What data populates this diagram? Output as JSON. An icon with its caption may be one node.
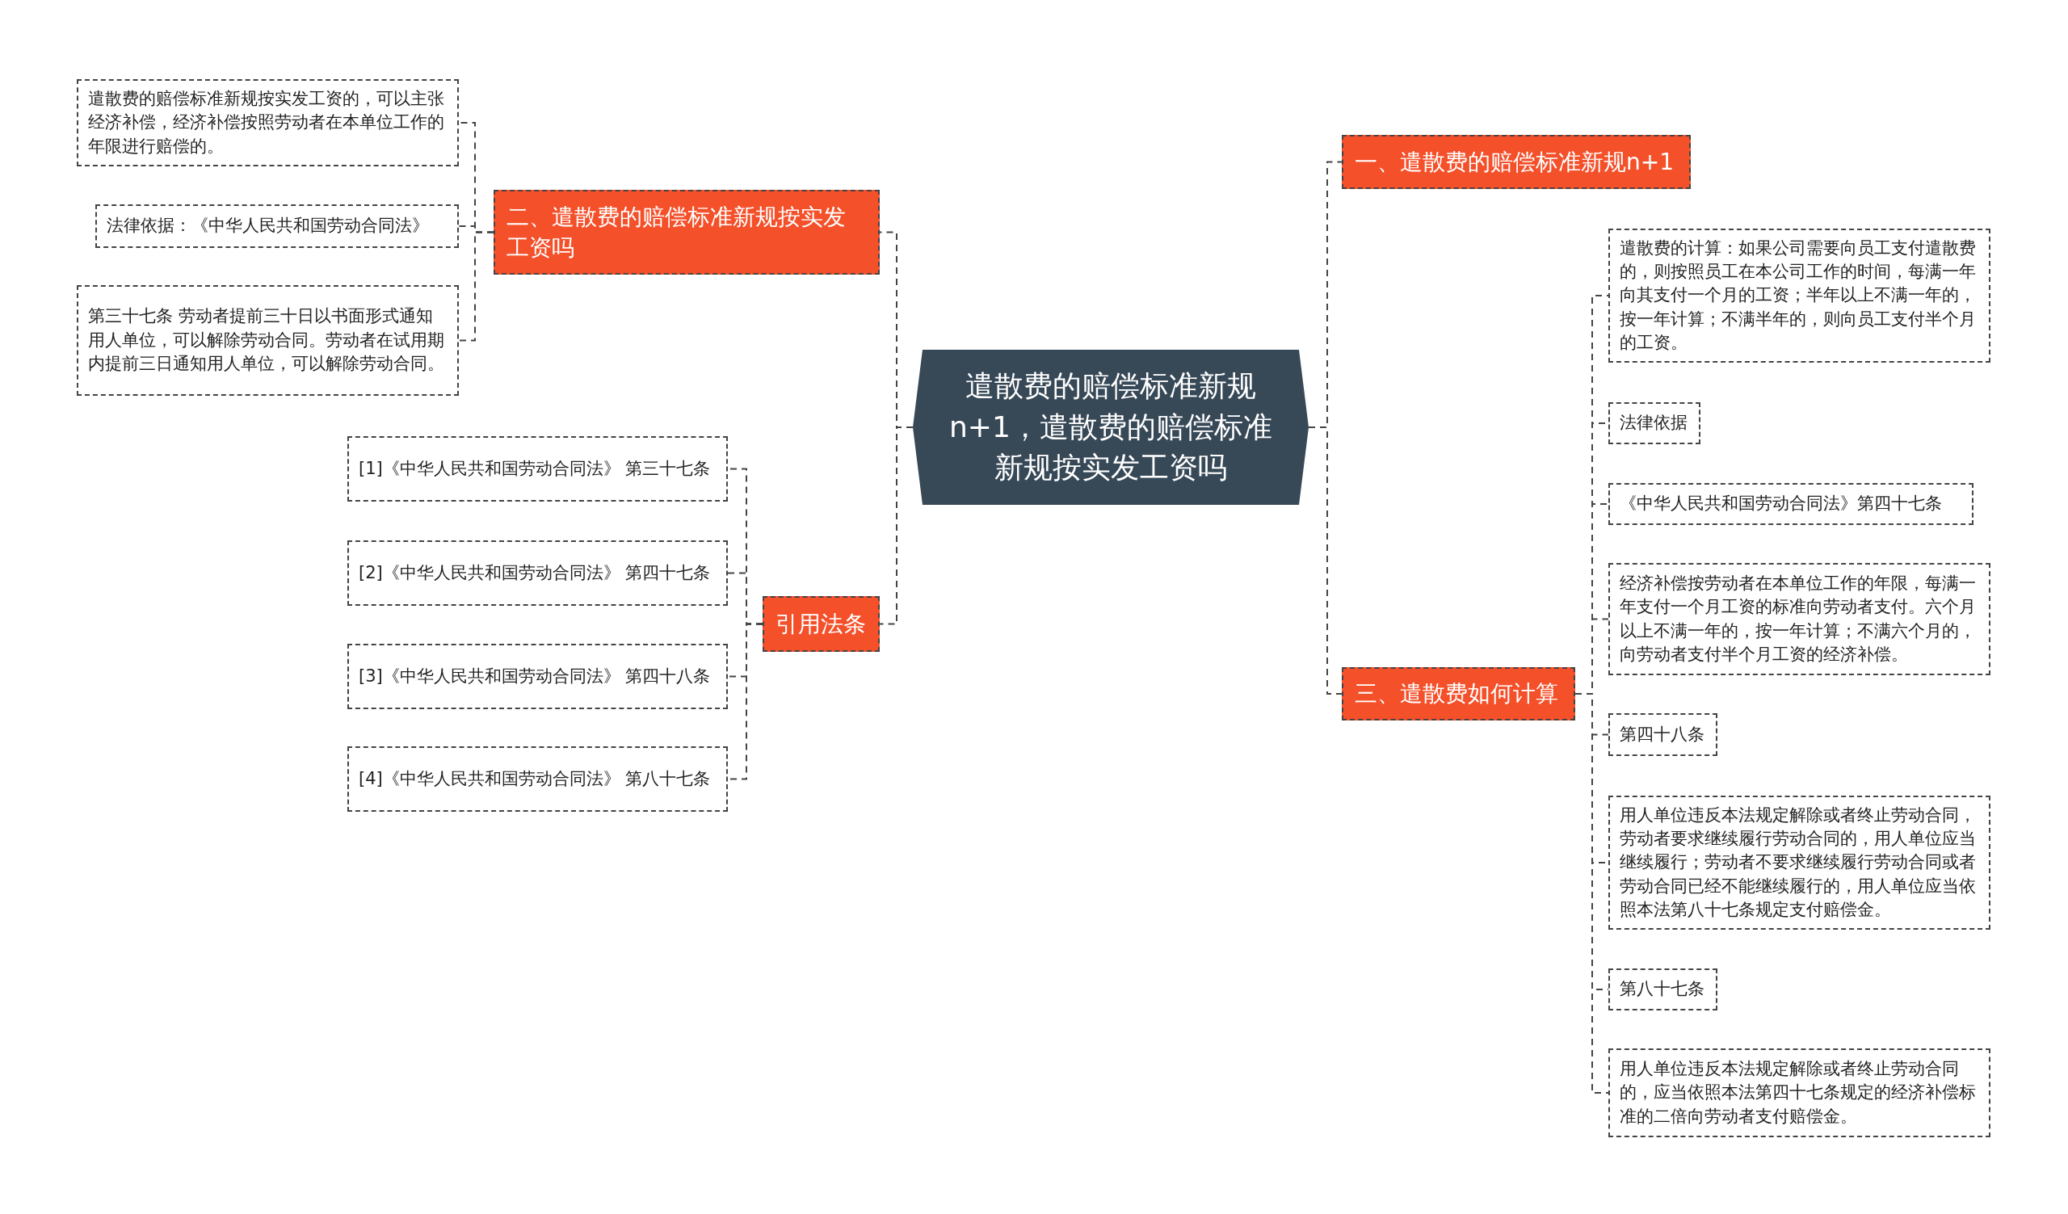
{
  "diagram": {
    "nodes": [
      {
        "text": [
          "遣散费的赔偿标准新规n+1，遣散费的赔偿标准新规按实发工资吗"
        ]
      },
      {
        "text": [
          "二、遣散费的赔偿标准新规按实发工资吗"
        ]
      },
      {
        "text": [
          "遣散费的赔偿标准新规按实发工资的，可以主张经济补偿，经济补偿按照劳动者在本单位工作的年限进行赔偿的。"
        ]
      },
      {
        "text": [
          "法律依据：《中华人民共和国劳动合同法》"
        ]
      },
      {
        "text": [
          "第三十七条 劳动者提前三十日以书面形式通知用人单位，可以解除劳动合同。劳动者在试用期内提前三日通知用人单位，可以解除劳动合同。"
        ]
      },
      {
        "text": [
          "引用法条"
        ]
      },
      {
        "text": [
          "[1]《中华人民共和国劳动合同法》 第三十七条"
        ]
      },
      {
        "text": [
          "[2]《中华人民共和国劳动合同法》 第四十七条"
        ]
      },
      {
        "text": [
          "[3]《中华人民共和国劳动合同法》 第四十八条"
        ]
      },
      {
        "text": [
          "[4]《中华人民共和国劳动合同法》 第八十七条"
        ]
      },
      {
        "text": [
          "一、遣散费的赔偿标准新规n+1"
        ]
      },
      {
        "text": [
          "三、遣散费如何计算"
        ]
      },
      {
        "text": [
          "遣散费的计算：如果公司需要向员工支付遣散费的，则按照员工在本公司工作的时间，每满一年向其支付一个月的工资；半年以上不满一年的，按一年计算；不满半年的，则向员工支付半个月的工资。"
        ]
      },
      {
        "text": [
          "法律依据"
        ]
      },
      {
        "text": [
          "《中华人民共和国劳动合同法》第四十七条"
        ]
      },
      {
        "text": [
          "经济补偿按劳动者在本单位工作的年限，每满一年支付一个月工资的标准向劳动者支付。六个月以上不满一年的，按一年计算；不满六个月的，向劳动者支付半个月工资的经济补偿。"
        ]
      },
      {
        "text": [
          "第四十八条"
        ]
      },
      {
        "text": [
          "用人单位违反本法规定解除或者终止劳动合同，劳动者要求继续履行劳动合同的，用人单位应当继续履行；劳动者不要求继续履行劳动合同或者劳动合同已经不能继续履行的，用人单位应当依照本法第八十七条规定支付赔偿金。"
        ]
      },
      {
        "text": [
          "第八十七条"
        ]
      },
      {
        "text": [
          "用人单位违反本法规定解除或者终止劳动合同的，应当依照本法第四十七条规定的经济补偿标准的二倍向劳动者支付赔偿金。"
        ]
      }
    ],
    "edges": [
      {
        "from": 0,
        "to": 1,
        "arrow": "none"
      },
      {
        "from": 1,
        "to": 2,
        "arrow": "none"
      },
      {
        "from": 1,
        "to": 3,
        "arrow": "none"
      },
      {
        "from": 1,
        "to": 4,
        "arrow": "none"
      },
      {
        "from": 0,
        "to": 5,
        "arrow": "none"
      },
      {
        "from": 5,
        "to": 6,
        "arrow": "none"
      },
      {
        "from": 5,
        "to": 7,
        "arrow": "none"
      },
      {
        "from": 5,
        "to": 8,
        "arrow": "none"
      },
      {
        "from": 5,
        "to": 9,
        "arrow": "none"
      },
      {
        "from": 0,
        "to": 10,
        "arrow": "none"
      },
      {
        "from": 0,
        "to": 11,
        "arrow": "none"
      },
      {
        "from": 11,
        "to": 12,
        "arrow": "none"
      },
      {
        "from": 11,
        "to": 13,
        "arrow": "none"
      },
      {
        "from": 11,
        "to": 14,
        "arrow": "none"
      },
      {
        "from": 11,
        "to": 15,
        "arrow": "none"
      },
      {
        "from": 11,
        "to": 16,
        "arrow": "none"
      },
      {
        "from": 11,
        "to": 17,
        "arrow": "none"
      },
      {
        "from": 11,
        "to": 18,
        "arrow": "none"
      },
      {
        "from": 11,
        "to": 19,
        "arrow": "none"
      }
    ]
  }
}
